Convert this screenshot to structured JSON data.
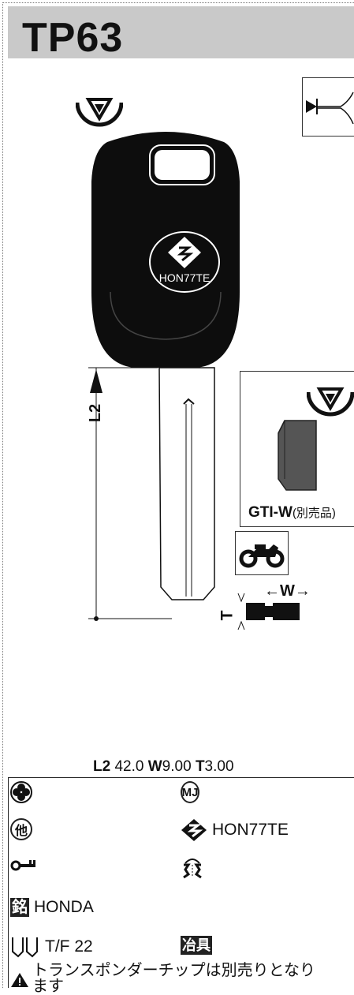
{
  "header": {
    "code": "TP63"
  },
  "key": {
    "logo_text": "HON77TE",
    "dimension_L2_label": "L2",
    "dimension_T_label": "T",
    "dimension_W_label": "W"
  },
  "chip": {
    "model": "GTI-W",
    "note": "(別売品)"
  },
  "dimensions": {
    "L2_label": "L2",
    "L2": "42.0",
    "W_label": "W",
    "W": "9.00",
    "T_label": "T",
    "T": "3.00"
  },
  "specs": {
    "mj_label": "MJ",
    "other_label": "他",
    "reference": "HON77TE",
    "brand_tag": "銘",
    "brand": "HONDA",
    "tf": "T/F 22",
    "machine_tag": "冶具",
    "warning": "トランスポンダーチップは別売りとなり",
    "warning2": "ます"
  },
  "icons": [
    "transponder-icon",
    "cut-profile-icon",
    "motorcycle-icon",
    "clover-icon",
    "key-icon",
    "groove-icon",
    "blade-icon",
    "warning-icon",
    "logo-icon"
  ],
  "colors": {
    "header_bg": "#c9c9c9",
    "key_fill": "#0d0d0d",
    "ink": "#111111"
  }
}
